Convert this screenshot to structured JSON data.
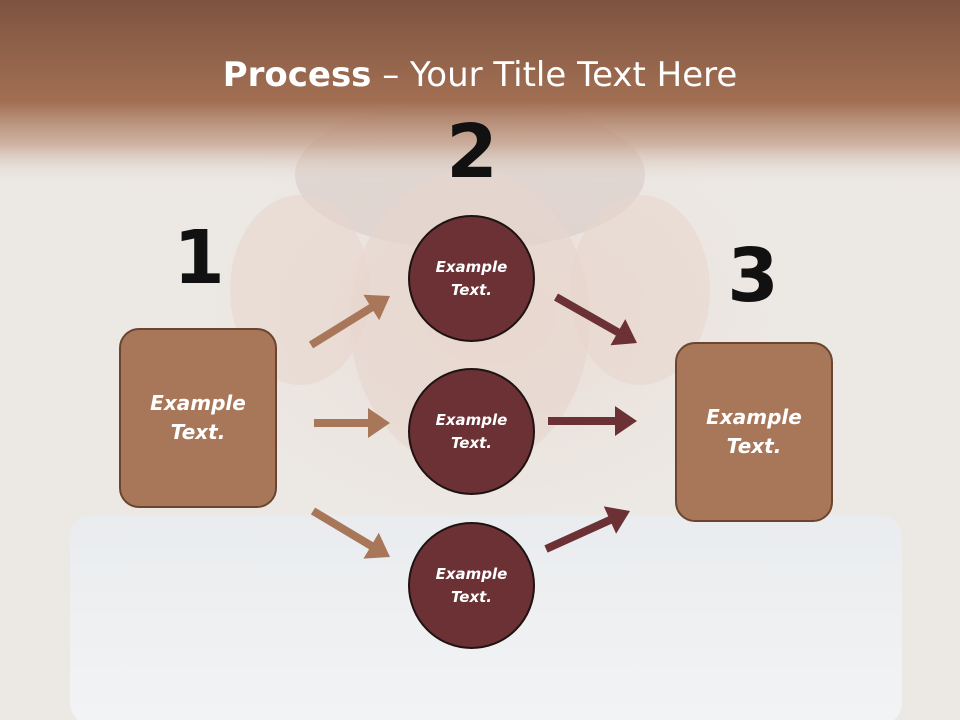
{
  "title": {
    "bold": "Process",
    "rest": " – Your Title Text Here"
  },
  "steps": [
    {
      "number": "1",
      "text": "Example\nText."
    },
    {
      "number": "2",
      "circles": [
        "Example\nText.",
        "Example\nText.",
        "Example\nText."
      ]
    },
    {
      "number": "3",
      "text": "Example\nText."
    }
  ],
  "colors": {
    "header_band": "#8c5f44",
    "box_fill": "#a8775a",
    "box_border": "#6b4530",
    "circle_fill": "#6b3135",
    "circle_border": "#1f1212",
    "arrow_left": "#a8775a",
    "arrow_right": "#6b3135",
    "number": "#111111",
    "title": "#ffffff"
  },
  "background": "faded-photo-woman-with-laptop"
}
